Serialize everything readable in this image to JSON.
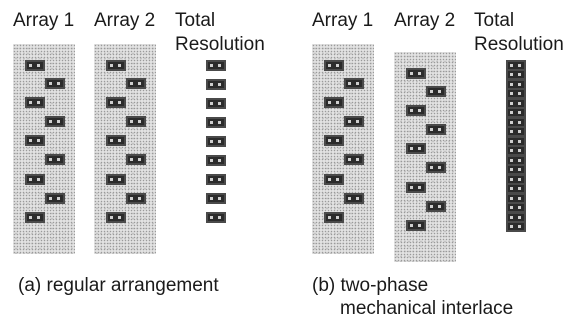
{
  "panel_a": {
    "array1_label": "Array 1",
    "array2_label": "Array 2",
    "total_label_line1": "Total",
    "total_label_line2": "Resolution",
    "caption": "(a) regular arrangement"
  },
  "panel_b": {
    "array1_label": "Array 1",
    "array2_label": "Array 2",
    "total_label_line1": "Total",
    "total_label_line2": "Resolution",
    "caption_line1": "(b) two-phase",
    "caption_line2": "mechanical interlace"
  }
}
